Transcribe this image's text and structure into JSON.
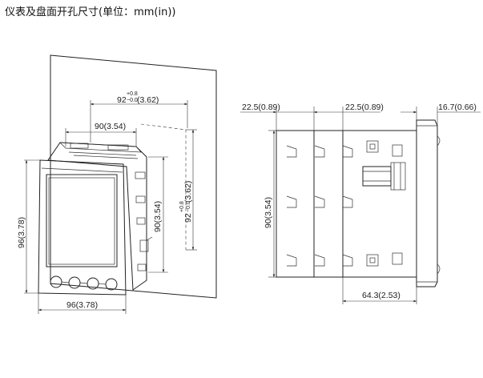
{
  "title": "仪表及盘面开孔尺寸(单位：mm(in))",
  "front_view": {
    "cutout_width": {
      "main": "92",
      "tol_upper": "+0.8",
      "tol_lower": "−0.0",
      "inch": "(3.62)"
    },
    "cutout_height": {
      "main": "92",
      "tol_upper": "+0.8",
      "tol_lower": "−0.0",
      "inch": "(3.62)"
    },
    "body_width": "90(3.54)",
    "body_height": "90(3.54)",
    "panel_width": "96(3.78)",
    "panel_height": "96(3.78)"
  },
  "side_view": {
    "module_depth_1": "22.5(0.89)",
    "module_depth_2": "22.5(0.89)",
    "bezel_depth": "16.7(0.66)",
    "height": "90(3.54)",
    "body_depth": "64.3(2.53)"
  }
}
